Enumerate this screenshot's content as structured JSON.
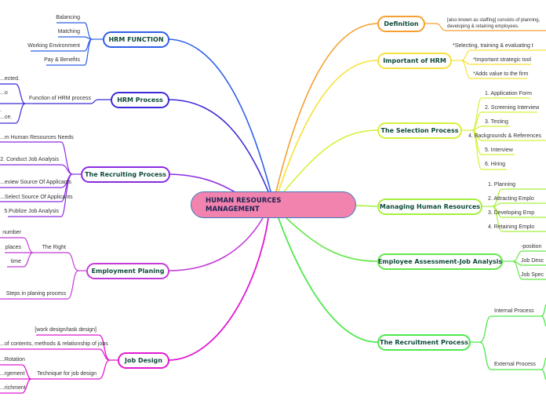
{
  "root": {
    "title_line1": "HUMAN RESOURCES",
    "title_line2": "MANAGEMENT",
    "fill": "#f283ae",
    "border": "#3c7bbf"
  },
  "left_branches": [
    {
      "label": "HRM FUNCTION",
      "color": "#2f5fe8",
      "children": [
        "Balancing",
        "Matching",
        "Working Environment",
        "Pay & Benefits"
      ]
    },
    {
      "label": "HRM Process",
      "color": "#3b2bd6",
      "children": [
        "Function of HRM process"
      ],
      "grandchildren": [
        "...ected.",
        "...o",
        ".",
        "...ce."
      ]
    },
    {
      "label": "The Recruiting Process",
      "color": "#8a2be2",
      "children": [
        "...m Human Resources Needs",
        "2. Conduct Job Analysis",
        "...eview Source Of Applicants",
        "...Select Source Of Applicants",
        "5.Publize Job Analysis"
      ]
    },
    {
      "label": "Employment Planing",
      "color": "#c43bd9",
      "children": [
        "The Right",
        "Steps in planing process"
      ],
      "grandchildren": [
        "number",
        "places",
        "time"
      ]
    },
    {
      "label": "Job Design",
      "color": "#e11ad2",
      "children": [
        "[work design/task design]",
        "...of contents, methods & relationship of jobs",
        "Technique for job design"
      ],
      "grandchildren": [
        "...Rotation",
        "...rgement",
        "...richment"
      ]
    }
  ],
  "right_branches": [
    {
      "label": "Definition",
      "color": "#f5a030",
      "children": [
        "[also known as staffing] consists of planning,",
        "developing & retaining employees."
      ]
    },
    {
      "label": "Important of HRM",
      "color": "#f7e13a",
      "children": [
        "*Selecting, training & evaluating t",
        "*Important strategic tool",
        "*Adds value to the firm"
      ]
    },
    {
      "label": "The Selection Process",
      "color": "#d8f03a",
      "children": [
        "1. Application Form",
        "2. Screening Interview",
        "3. Testing",
        "4. Backgrounds & References",
        "5. Interview",
        "6. Hiring"
      ]
    },
    {
      "label": "Managing Human Resources",
      "color": "#a6ef3e",
      "children": [
        "1. Planning",
        "2. Attracting Emplo",
        "3. Developing Emp",
        "4. Retaining Emplo"
      ]
    },
    {
      "label": "Employee Assessment-Job Analysis",
      "color": "#64e84a",
      "children": [
        "-position",
        "Job Desc",
        "Job Spec"
      ]
    },
    {
      "label": "The Recruitment Process",
      "color": "#4ee84e",
      "children": [
        "Internal Process",
        "External Process"
      ]
    }
  ]
}
